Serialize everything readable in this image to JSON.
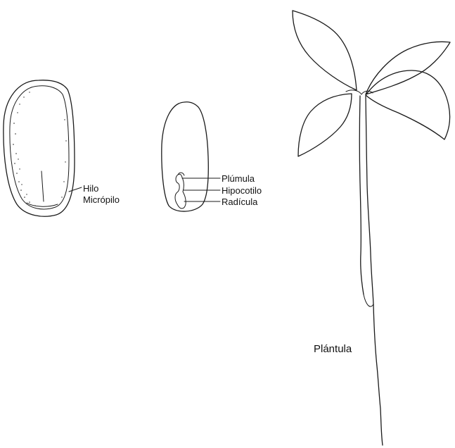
{
  "labels": {
    "hilo": "Hilo",
    "micropilo": "Micrópilo",
    "plumula": "Plúmula",
    "hipocotilo": "Hipocotilo",
    "radicula": "Radícula",
    "plantula": "Plántula"
  }
}
